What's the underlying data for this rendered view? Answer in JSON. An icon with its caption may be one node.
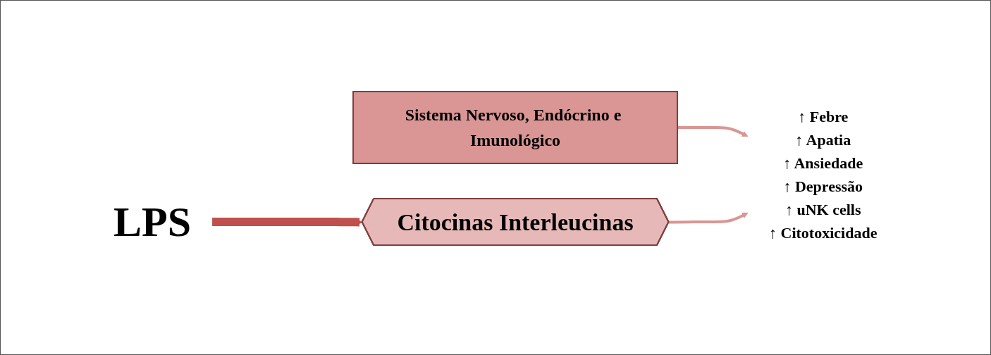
{
  "diagram": {
    "nodes": [
      {
        "text": [
          "LPS"
        ]
      },
      {
        "text": [
          "Citocinas Interleucinas"
        ]
      },
      {
        "text": [
          "Sistema Nervoso, Endócrino e Imunológico"
        ]
      },
      {
        "text": [
          "↑ Febre",
          "↑ Apatia",
          "↑ Ansiedade",
          "↑ Depressão",
          "↑ uNK cells",
          "↑ Citotoxicidade"
        ]
      }
    ],
    "edges": [
      {
        "from": 0,
        "to": 1,
        "arrow": "to",
        "style": "thick",
        "color": "#c0504d"
      },
      {
        "from": 2,
        "to": 3,
        "arrow": "to"
      },
      {
        "from": 1,
        "to": 3,
        "arrow": "to"
      }
    ]
  }
}
